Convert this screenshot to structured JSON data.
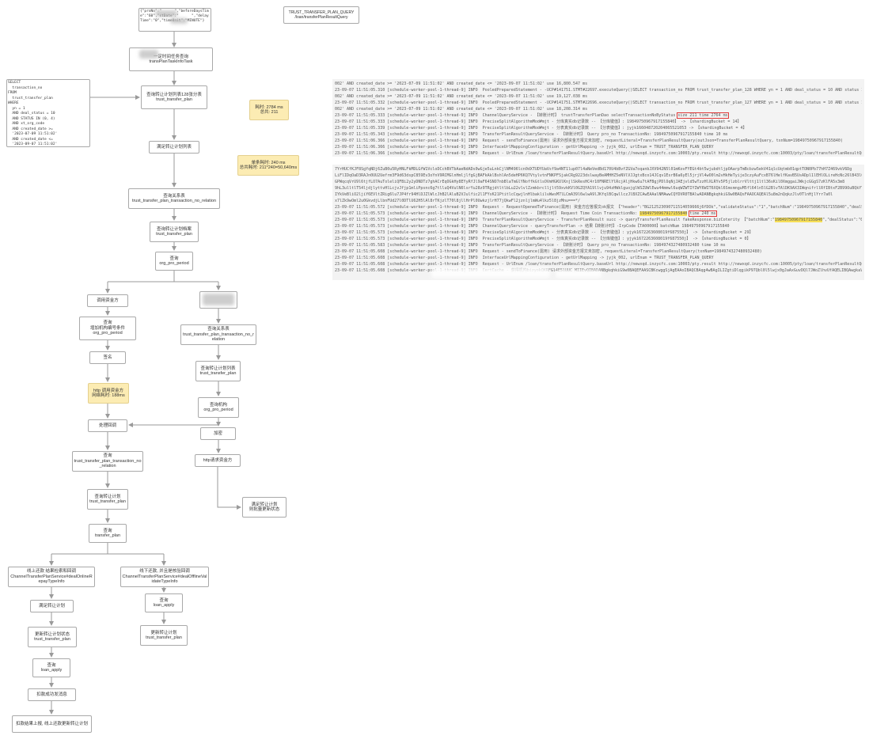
{
  "colors": {
    "note_bg": "#fcecb3",
    "highlight_yellow": "#f7df57",
    "highlight_red": "#e03a3a",
    "panel_bg": "#f3f3f3",
    "wire": "#9a9a9a"
  },
  "nodes": {
    "params": "{\"proNo\":\"      \",\"beforeDaysTime\":\"60\",\"stDate\":\"      \",\"delayTime\":\"0\",\"timeUnit\":\"MINUTE\"}",
    "api": "TRUST_TRANSFER_PLAN_QUERY\n/loan/transferPlanResultQuery",
    "task": "一定时间任务查询\ntransPlanTaskInfoTask",
    "plan_list": "查询转让计划列表128张分表\ntrust_transfer_plan",
    "match_list": "满足转让计划列表",
    "relation1": "查询关系表\ntrust_transfer_plan_transaction_no_relation",
    "plan_single": "查询转让计划档案\ntrust_transfer_plan",
    "org1": "查询\norg_pro_period",
    "call_fund": "调用资金方",
    "org_cond": "查询\n增加机构编号条件\norg_pro_period",
    "sign": "签名",
    "http1": "http 调用资金方\n网络耗时: 188ms",
    "callback": "处理回调",
    "rel2": "查询\ntrust_transfer_plan_transaction_no_relation",
    "plan2": "查询转让计划\ntrust_transfer_plan",
    "tp": "查询\ntransfer_plan",
    "rel3": "查询关系表\ntrust_transfer_plan_transaction_no_relation",
    "planlist2": "查询转让计划列表\ntrust_transfer_plan",
    "org2": "查询机构\norg_pro_period",
    "encrypt": "加密",
    "http2": "http请求资金方",
    "match2": "满足转让计划\n则批量更新状态",
    "online": "线上还款 结果检索和回调\nChannelTransferPlanService#dealOnlineRepayTypeInfo",
    "offline": "线下还款, 并且是核验回调\nChannelTransferPlanService#dealOfflineValidateTypeInfo",
    "match3": "满足转让计划",
    "update_status": "更新转让计划状态\ntrust_transfer_plan",
    "loan1": "查询\nloan_apply",
    "msg": "扣款成功发消息",
    "report": "扣款结果上报, 线上还款更新转让计划",
    "loan2": "查询\nloan_apply",
    "update2": "更新转让计划\ntrust_transfer_plan",
    "sql": "SELECT\n  transaction_no\nFROM\n  trust_transfer_plan\nWHERE\n  yn = 1\n  AND deal_status = 10\n  AND STATUS IN (0, 4)\n  AND xt_org_code\n  AND created_date >=\n  '2023-07-09 11:51:02'\n  AND created_date <=\n  '2023-09-07 11:51:02'"
  },
  "notes": {
    "time1": "耗时: 2784 ms\n总共: 211",
    "time2": "单条耗时: 240 ms\n总共耗时: 211*240=50,640ms"
  },
  "logs": {
    "panel1": [
      "002' AND created_date >= '2023-07-09 11:51:02' AND created_date <= '2023-09-07 11:51:02' use 16,800.547 ms",
      "23-09-07 11:51:05.310 [schedule-worker-pool-1-thread-9] INFO  PooledPreparedStatement - -UCP#141751.STMT#22697.executeQuery()SELECT transaction_no FROM trust_transfer_plan_128 WHERE yn = 1 AND deal_status = 10 AND status IN (0, 4) AND xt_org_code = 'jyjk_",
      "002' AND created_date >= '2023-07-09 11:51:02' AND created_date <= '2023-09-07 11:51:02' use 19,127.038 ms",
      "23-09-07 11:51:05.332 [schedule-worker-pool-1-thread-9] INFO  PooledPreparedStatement - -UCP#141751.STMT#22696.executeQuery()SELECT transaction_no FROM trust_transfer_plan_127 WHERE yn = 1 AND deal_status = 10 AND status IN (0, 4) AND xt_org_code = 'jyjk_",
      "002' AND created_date >= '2023-07-09 11:51:02' AND created_date <= '2023-09-07 11:51:02' use 18,208.314 ms",
      [
        {
          "t": "23-09-07 11:51:05.333 [schedule-worker-pool-1-thread-9] INFO  ChannelQueryService - 【转账计时】 trustTransferPlanDao selectTransactionNoByStatus "
        },
        {
          "t": "size 211 time 2764 ms",
          "m": "redbox"
        }
      ],
      "23-09-07 11:51:05.333 [schedule-worker-pool-1-thread-9] INFO  PreciseSplitAlgorithmMod#mjt - 分库真实db记录数 -- 【分库键值】: 19849750967917155840】 -> 【shardingBucket = 14】",
      "23-09-07 11:51:05.339 [schedule-worker-pool-1-thread-9] INFO  PreciseSplitAlgorithmMod#mjt - 分表真实db记录数 -- 【分表键值】: jyjk166048720204065521053 -> 【shardingBucket = 4】",
      "23-09-07 11:51:05.343 [schedule-worker-pool-1-thread-9] INFO  TransferPlanResultQueryService - 【转账计时】 Query pro_no TransactionNo: 19849750967917155840 time 10 ms",
      "23-09-07 11:51:06.366 [schedule-worker-pool-1-thread-9] INFO  Request - sendToFinance(需用) 请求外部资金方报文未加密, requestLiteral=TransferPlanResultQuery(outJson=TransferPlanResultQuery, txnNum=19849750967917155840)",
      "23-09-07 11:51:06.366 [schedule-worker-pool-1-thread-9] INFO  InterfaceUrlMappingConfiguration - getUrlMapping -> jyjk_002, urlEnum = TRUST_TRANSFER_PLAN_QUERY",
      "23-09-07 11:51:06.366 [schedule-worker-pool-1-thread-9] INFO  Request - UrlEnum /loan/transferPlanResultQuery.baseUrl http://newxqd.inzycfc.com:10003/pty.result http://newxqd.inzycfc.com:10003/pty/loan/transferPlanResultQuery"
    ],
    "panel2": [
      "7YrHUCfKJF8SgYqNDj6ZuB0u5RyHNLFkMDLGfW1VcloDCchBVTbAaeNdADs0wGje5uLnkCjlNM496lcn0dXTUDYUaVsf9a4NT1lup07l4aNeVedBd170U4bBvfZGVa7oqanbJXV942N5l01mKovFYEGt4bt5wjubdtljpOAarpTmBcbzw5ekV41qlcUqtmb01qptTON0Pb77hH7Z469vkV6Dg",
      "LiFlIDqOaD3RAJn0UU2Uefrm3F9d63dspC859Ev3oYnV9RCMGlnHmljlfgGjBAFkAklBshlAn5deHP6KQ7VtylvtnFNKPFSjakCRg9223dslwayBeAMHHZ5eNVlVJJgtxBco14JCqv1EsrB6a6yEl5jrjVl4wO0lm2vHkHeTyije3czyAuFcxB76lHelfKavB5UsADpl1lEHlOLireHcNc26lB43l0gV",
      "GPWqcqVrU9l6tjfLO7AuToleliQFBi2y2yDNDTz7ghACrEqOGkHy8EYyRfJl9aF64SNO7nbBlaTmGlYNoffkGtlsOVmHGKUlKnjlSkResHC4r10FNRElYlRcjAljHkw6u7tAFBgjPDlOqNjJAEjvld5wTzzHlXLRYv5P5jlzblrrVlttj1ltl36sKil0XmggaiJWkjcGGgS7zKlFA5x3m8",
      "9hL3ulltlT54ljdjlyttvHlLcjvJfjp1mliPpsnc6g7tlluQ4VulN6lsrYu28z9TRgjdtltlbLu22vlvlZzmkbrclljlt59xvkKVl0GZQYA19llvju94zHWklguojglWSZUWlEwu44mmwl6uqWZWTIYIWY6WIT6XQkl6SmsmnguM5fl64ln5lG2BlvTAlDK9AX3IWqnifrllRfIBtxF2B99OuBQkYYv",
      "IYkVeBliO2ljiY6EVltZRig6lu7JP4fr94HlDJZlWlcJhB2lAluB2VJulfic2l1FYsK21PtitlcCqwjlnHlbaklilvWwsM7lLCmA39l6wlwA9lJKfqlBCqwllczJlBXZCAwEAAalNMAwwCQYDVR0TBAlwADANBgkqhkiG9w0BAQsFAAOCAQEAl5u8m2nQqkzJlv0TlnHjlYrr7a0l",
      "x7lZk9wOml2u0GkvdjLlbnFUd27l0DTlU62H5lAl8rTKjzlT70l8jllHrPl0UwkzjlrH77jQkwFl2jznljlmWu4lkz5l8jzMnu===*/",
      "23-09-07 11:51:05.572 [schedule-worker-pool-1-thread-9] INFO  Request - RequestOpenedToFinance(需用) 资金方应答报文ok报文 【\"header\":\"BG212523090711514059666j6fDOk\",\"validateStatus\":\"1\",\"batchNum\":\"19849750967917155840\",\"dealStatus\":\"02\"】",
      [
        {
          "t": "23-09-07 11:51:05.573 [schedule-worker-pool-1-thread-9] INFO  ChannelQueryService - 【转账计时】 Request Time Coin TransactionNo: "
        },
        {
          "t": "19849750967917155840",
          "m": "yellow"
        },
        {
          "t": " "
        },
        {
          "t": "time 240 ms",
          "m": "redbox"
        }
      ],
      [
        {
          "t": "23-09-07 11:51:05.573 [schedule-worker-pool-1-thread-9] INFO  TransferPlanResultQueryService - TransferPlanResult succ -> queryTransferPlanResult fakeResponse.bizCoterity 【\"batchNum\":\""
        },
        {
          "t": "19849750967917155840",
          "m": "yellow"
        },
        {
          "t": "\",\"dealStatus\":\"02\",\"tradeNo\":\"BG2122030071151405990uqttfDOk\",\"validateStatus\":\"1\"】"
        }
      ],
      "23-09-07 11:51:05.573 [schedule-worker-pool-1-thread-9] INFO  ChannelQueryService - queryTransferPlan -> 结果【转账计时】-IrpCode【TA00000】batchNum 19849750967917155840",
      "23-09-07 11:51:05.573 [schedule-worker-pool-1-thread-9] INFO  PreciseSplitAlgorithmMod#mjt - 分表真实db记录数 -- 【分表键值】: yjyk1672263608019f687550j】 -> 【shardingBucket = 29】",
      "23-09-07 11:51:05.573 [schedule-worker-pool-1-thread-9] INFO  PreciseSplitAlgorithmMod#mjt - 分库真实db记录数 -- 【分库键值】: yjyk1672263608019f687550j】 -> 【shardingBucket = 0】",
      "23-09-07 11:51:05.583 [schedule-worker-pool-1-thread-9] INFO  TransferPlanResultQueryService - 【转账计时】 Query pro_no TransactionNo: 1984974327480932480 time 10 ms",
      "23-09-07 11:51:05.608 [schedule-worker-pool-1-thread-9] INFO  Request - sendToFinance(需用) 请求外部资金方报文未加密, requestLiteral=TransferPlanResultQuery(txnNum=1984974327480932480)",
      "23-09-07 11:51:05.608 [schedule-worker-pool-1-thread-9] INFO  InterfaceUrlMappingConfiguration - getUrlMapping -> jyjk_002, urlEnum = TRUST_TRANSFER_PLAN_QUERY",
      "23-09-07 11:51:05.608 [schedule-worker-pool-1-thread-9] INFO  Request - UrlEnum /loan/transferPlanResultQuery.baseUrl http://newxqd.inzycfc.com:10003/pty.result http://newxqd.inzycfc.com:10005/pty/loan/transferPlanResultQuery",
      "23-09-07 11:51:05.608 [schedule-worker-pool-1-thread-9] INFO  CertCache - 获得机构bizyokQKRFGl4E5lUUC MIIEvQIBADANBgkqhkiG9w0BAQEFAASCBKcwggSjAgEAAoIBAQCBAqg4wBAgILIZgtiDlqgikP97Qbl0l5lwjx0gJaAxGuvDQl7JWoZlhvUfAQELIBQAwgkaVCzAJllfgNNBAYTAANON7NxrNwYDVQlQKDDDlj9luxpzjj4cWpl4or5xvbVlmLXln2D"
    ]
  }
}
